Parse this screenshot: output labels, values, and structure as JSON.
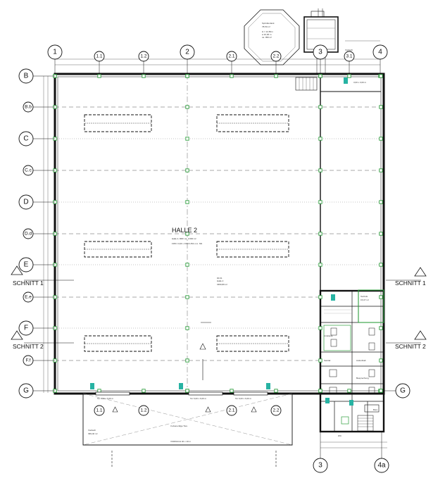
{
  "hall": {
    "title": "HALLE 2",
    "line1": "Halle 2, RRF ca. 3.600 m²",
    "line2": "FFB ± 0,00 • OKFF 254 m ü. NN",
    "room_code": "00.01",
    "room_name": "Halle 2",
    "room_area": "3360,80 m²"
  },
  "columns_top": [
    "1",
    "1.1",
    "1.2",
    "2",
    "2.1",
    "2.2",
    "3",
    "3.1",
    "4"
  ],
  "rows_left": [
    "B",
    "B.b",
    "C",
    "C.c",
    "D",
    "D.d",
    "E",
    "E.e",
    "F",
    "F.f",
    "G"
  ],
  "columns_bottom": [
    "1.1",
    "1.2",
    "2.1",
    "2.2"
  ],
  "bottom_axes": [
    "3",
    "4a"
  ],
  "right_axis": "G",
  "sections": {
    "s1_left": "SCHNITT 1",
    "s1_right": "SCHNITT 1",
    "s2_left": "SCHNITT 2",
    "s2_right": "SCHNITT 2"
  },
  "tank": {
    "title": "Sprinklertank",
    "volume": "78,50 m³",
    "height": "H = 12,50m",
    "diameter": "ø 10,00 m",
    "capacity": "ca. 950 m³"
  },
  "gates": {
    "gate1": "Tor 6,00 x 6,00 m",
    "gate2": "Tor 6,00 x 6,00 m",
    "gate3": "Tor 6,00 x 6,00 m",
    "gate_label": "3 ebenerdige Tore"
  },
  "canopy": {
    "title": "Vordach",
    "area": "399,40 m²",
    "dimension": "VORDACH 40 x 10 m"
  },
  "vordach_top": "Vordach",
  "door_right": "3,00 x 3,00 m",
  "annex_rooms": {
    "r1": "Technik",
    "r1_area": "15,07 m²",
    "r2": "Umkleide",
    "r3": "Sanitär",
    "r4": "Aufenthalt",
    "r5": "Besprechung",
    "r6": "Büro",
    "r7": "WC"
  },
  "colors": {
    "line": "#111111",
    "green": "#2e9e3e",
    "cyan": "#27b3a3",
    "gray": "#9a9a9a"
  }
}
